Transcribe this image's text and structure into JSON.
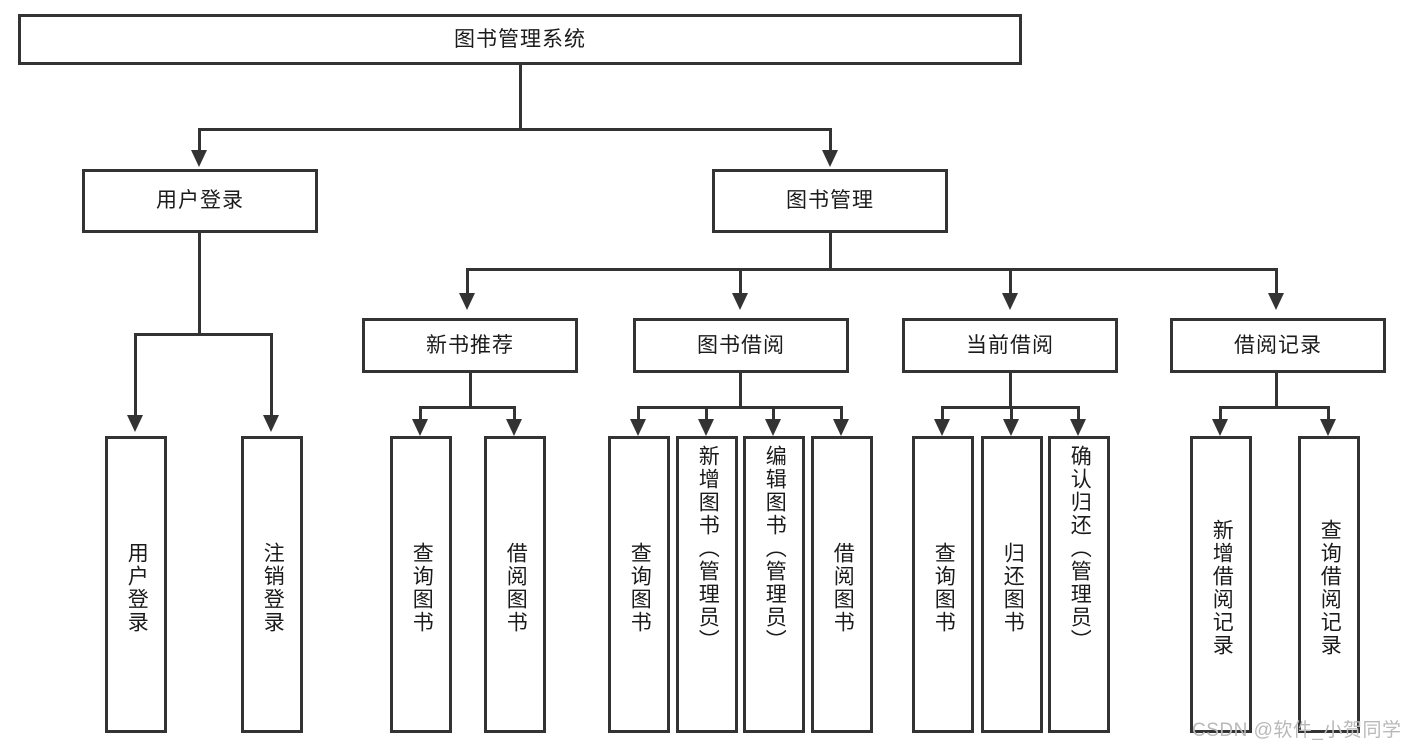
{
  "diagram": {
    "type": "hierarchy-tree",
    "title": "图书管理系统",
    "root": {
      "label": "图书管理系统"
    },
    "level2": [
      {
        "label": "用户登录"
      },
      {
        "label": "图书管理"
      }
    ],
    "level3": [
      {
        "label": "新书推荐"
      },
      {
        "label": "图书借阅"
      },
      {
        "label": "当前借阅"
      },
      {
        "label": "借阅记录"
      }
    ],
    "leaves": {
      "user_login": [
        {
          "label": "用户登录"
        },
        {
          "label": "注销登录"
        }
      ],
      "new_book_recommend": [
        {
          "label": "查询图书"
        },
        {
          "label": "借阅图书"
        }
      ],
      "book_borrow": [
        {
          "label": "查询图书"
        },
        {
          "label": "新增图书（管理员）"
        },
        {
          "label": "编辑图书（管理员）"
        },
        {
          "label": "借阅图书"
        }
      ],
      "current_borrow": [
        {
          "label": "查询图书"
        },
        {
          "label": "归还图书"
        },
        {
          "label": "确认归还（管理员）"
        }
      ],
      "borrow_record": [
        {
          "label": "新增借阅记录"
        },
        {
          "label": "查询借阅记录"
        }
      ]
    }
  },
  "watermark": {
    "text": "CSDN @软件_小贺同学"
  },
  "colors": {
    "stroke": "#333333",
    "text": "#1b1b1b",
    "background": "#ffffff",
    "watermark": "#b9b9b9"
  }
}
